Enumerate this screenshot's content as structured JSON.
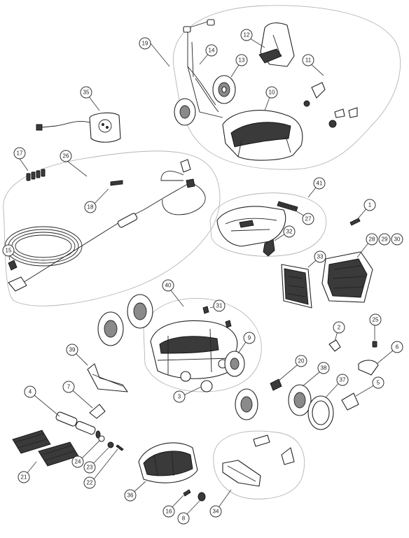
{
  "diagram": {
    "callouts": [
      {
        "id": "c1",
        "label": "1"
      },
      {
        "id": "c2",
        "label": "2"
      },
      {
        "id": "c3",
        "label": "3"
      },
      {
        "id": "c4",
        "label": "4"
      },
      {
        "id": "c5",
        "label": "5"
      },
      {
        "id": "c6",
        "label": "6"
      },
      {
        "id": "c7",
        "label": "7"
      },
      {
        "id": "c8",
        "label": "8"
      },
      {
        "id": "c9",
        "label": "9"
      },
      {
        "id": "c10",
        "label": "10"
      },
      {
        "id": "c11",
        "label": "11"
      },
      {
        "id": "c12",
        "label": "12"
      },
      {
        "id": "c13",
        "label": "13"
      },
      {
        "id": "c14",
        "label": "14"
      },
      {
        "id": "c15",
        "label": "15"
      },
      {
        "id": "c16",
        "label": "16"
      },
      {
        "id": "c17",
        "label": "17"
      },
      {
        "id": "c18",
        "label": "18"
      },
      {
        "id": "c19",
        "label": "19"
      },
      {
        "id": "c20",
        "label": "20"
      },
      {
        "id": "c21",
        "label": "21"
      },
      {
        "id": "c22",
        "label": "22"
      },
      {
        "id": "c23",
        "label": "23"
      },
      {
        "id": "c24",
        "label": "24"
      },
      {
        "id": "c25",
        "label": "25"
      },
      {
        "id": "c26",
        "label": "26"
      },
      {
        "id": "c27",
        "label": "27"
      },
      {
        "id": "c28",
        "label": "28"
      },
      {
        "id": "c29",
        "label": "29"
      },
      {
        "id": "c30",
        "label": "30"
      },
      {
        "id": "c31",
        "label": "31"
      },
      {
        "id": "c32",
        "label": "32"
      },
      {
        "id": "c33",
        "label": "33"
      },
      {
        "id": "c34",
        "label": "34"
      },
      {
        "id": "c35",
        "label": "35"
      },
      {
        "id": "c36",
        "label": "36"
      },
      {
        "id": "c37",
        "label": "37"
      },
      {
        "id": "c38",
        "label": "38"
      },
      {
        "id": "c39",
        "label": "39"
      },
      {
        "id": "c40",
        "label": "40"
      },
      {
        "id": "c41",
        "label": "41"
      }
    ]
  }
}
